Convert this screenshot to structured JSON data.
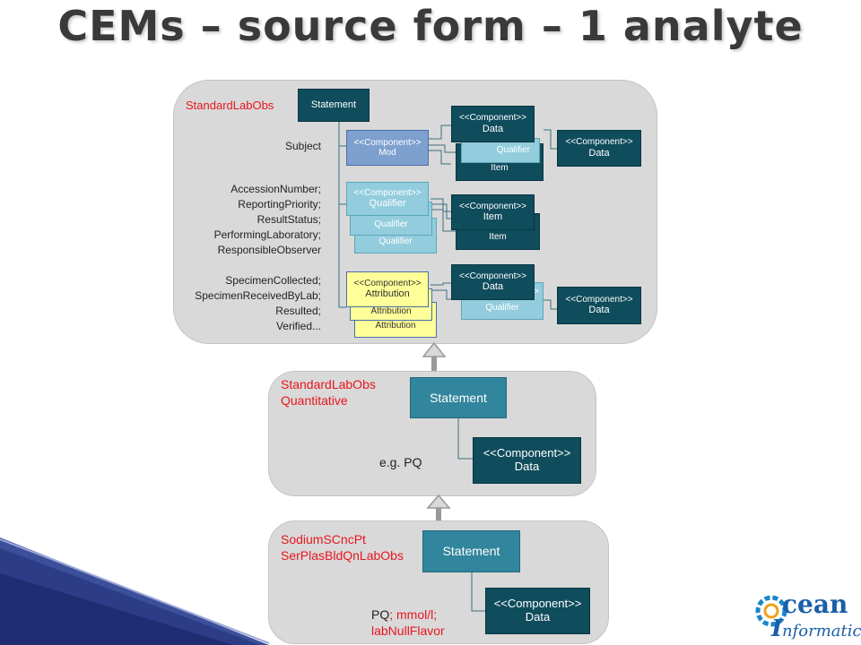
{
  "title": "CEMs – source form – 1 analyte",
  "panel1": {
    "label": "StandardLabObs",
    "statement": "Statement",
    "subject_text": "Subject",
    "group2_lines": [
      "AccessionNumber;",
      "ReportingPriority;",
      "ResultStatus;",
      "PerformingLaboratory;",
      "ResponsibleObserver"
    ],
    "group3_lines": [
      "SpecimenCollected;",
      "SpecimenReceivedByLab;",
      "Resulted;",
      "Verified..."
    ],
    "mod": {
      "stereo": "<<Component>>",
      "name": "Mod"
    },
    "mod_data_front": {
      "stereo": "<<Component>>",
      "name": "Data"
    },
    "mod_qualifier": "Qualifier",
    "mod_item": "Item",
    "mod_data_right": {
      "stereo": "<<Component>>",
      "name": "Data"
    },
    "qualifier_front": {
      "stereo": "<<Component>>",
      "name": "Qualifier"
    },
    "qualifier_back1": "Qualifier",
    "qualifier_back2": "Qualifier",
    "item_front": {
      "stereo": "<<Component>>",
      "name": "Item"
    },
    "item_back": "Item",
    "attribution_front": {
      "stereo": "<<Component>>",
      "name": "Attribution"
    },
    "attribution_back1": "Attribution",
    "attribution_back2": "Attribution",
    "attr_data_front": {
      "stereo": "<<Component>>",
      "name": "Data"
    },
    "attr_qualifier_stub": ">",
    "attr_qualifier": "Qualifier",
    "attr_data_right": {
      "stereo": "<<Component>>",
      "name": "Data"
    }
  },
  "panel2": {
    "label_line1": "StandardLabObs",
    "label_line2": "Quantitative",
    "statement": "Statement",
    "data": {
      "stereo": "<<Component>>",
      "name": "Data"
    },
    "note": "e.g. PQ"
  },
  "panel3": {
    "label_line1": "SodiumSCncPt",
    "label_line2": "SerPlasBldQnLabObs",
    "statement": "Statement",
    "data": {
      "stereo": "<<Component>>",
      "name": "Data"
    },
    "note_black": "PQ",
    "note_red1": "; mmol/l;",
    "note_red2": "labNullFlavor"
  },
  "logo": {
    "letter": "O",
    "line1": "cean",
    "line2": "nformatics",
    "i_letter": "I"
  },
  "colors": {
    "dark": "#0f4c5c",
    "teal": "#31859c",
    "light": "#93cddd",
    "blue": "#7da0cf",
    "yellow": "#ffff99",
    "red": "#e8161e",
    "panel": "#d9d9d9"
  }
}
